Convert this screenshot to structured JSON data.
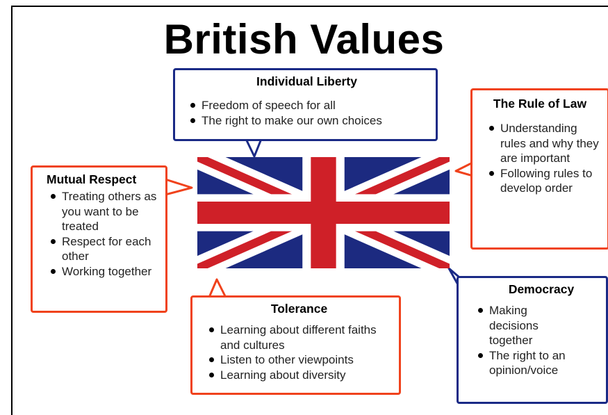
{
  "title": "British Values",
  "colors": {
    "blue_border": "#1a2a86",
    "red_border": "#f0421c",
    "flag_blue": "#1c2a80",
    "flag_red": "#cf2028"
  },
  "boxes": {
    "individual_liberty": {
      "heading": "Individual Liberty",
      "items": [
        "Freedom of speech for all",
        "The right to make our own choices"
      ]
    },
    "rule_of_law": {
      "heading": "The Rule of Law",
      "items": [
        "Understanding rules and why they are important",
        "Following rules to develop order"
      ]
    },
    "mutual_respect": {
      "heading": "Mutual Respect",
      "items": [
        "Treating others as you want to be treated",
        "Respect for each other",
        "Working together"
      ]
    },
    "tolerance": {
      "heading": "Tolerance",
      "items": [
        "Learning about different faiths and cultures",
        "Listen to other viewpoints",
        "Learning about diversity"
      ]
    },
    "democracy": {
      "heading": "Democracy",
      "items": [
        "Making decisions together",
        "The right to an opinion/voice"
      ]
    }
  }
}
